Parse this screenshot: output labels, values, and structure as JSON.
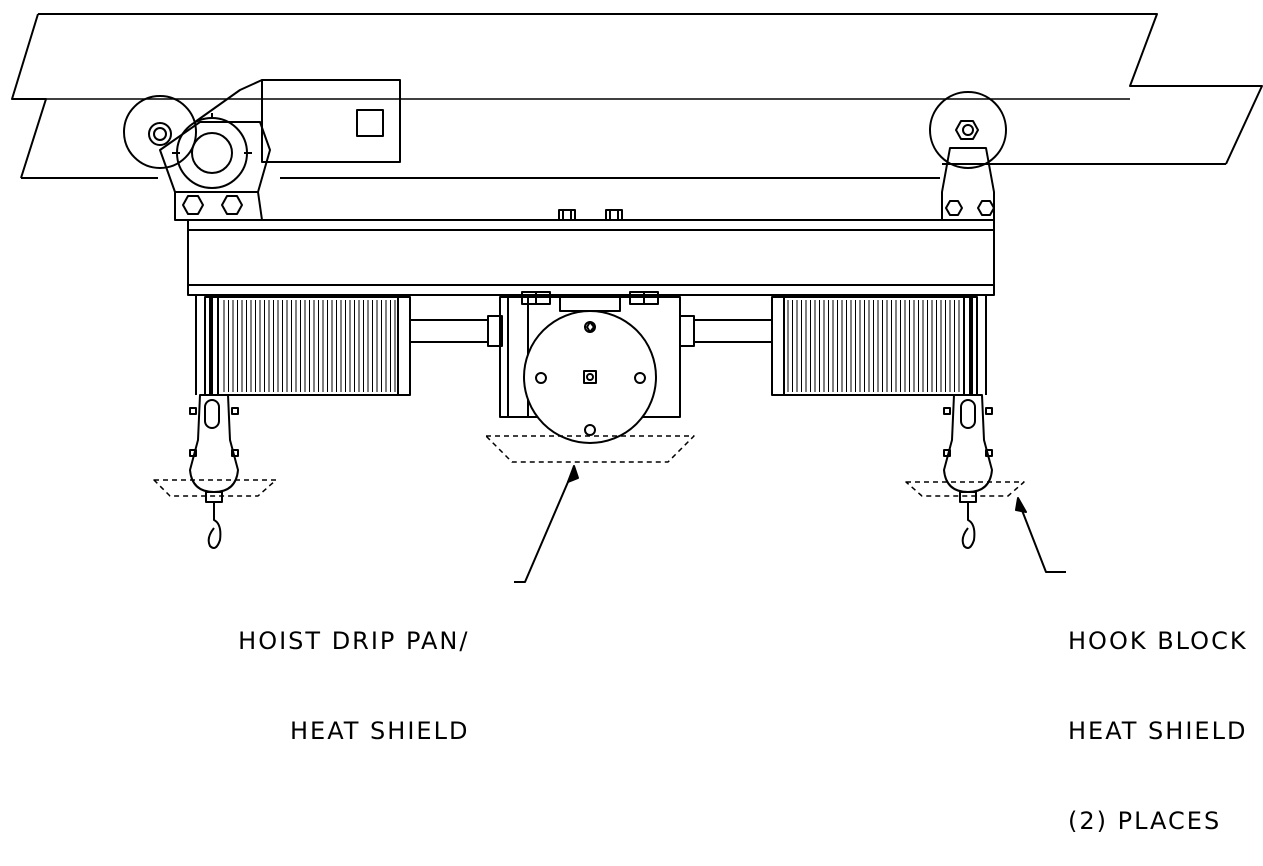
{
  "labels": {
    "drip_pan": [
      "HOIST DRIP PAN/",
      "HEAT SHIELD"
    ],
    "hook_block": [
      "HOOK BLOCK",
      "HEAT SHIELD",
      "(2) PLACES"
    ]
  },
  "colors": {
    "line": "#000000",
    "background": "#ffffff"
  }
}
